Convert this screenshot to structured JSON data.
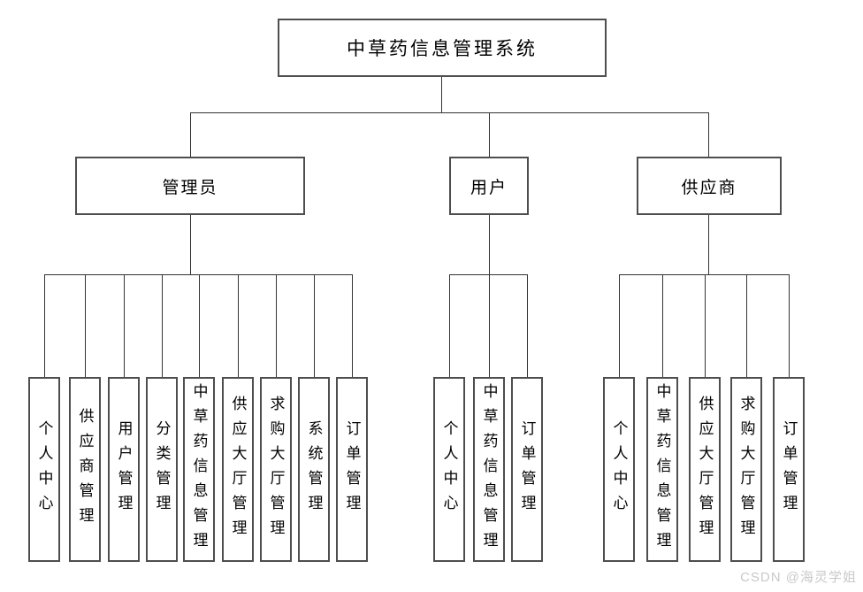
{
  "diagram": {
    "root_label": "中草药信息管理系统",
    "branches": [
      {
        "label": "管理员",
        "children": [
          "个人中心",
          "供应商管理",
          "用户管理",
          "分类管理",
          "中草药信息管理",
          "供应大厅管理",
          "求购大厅管理",
          "系统管理",
          "订单管理"
        ]
      },
      {
        "label": "用户",
        "children": [
          "个人中心",
          "中草药信息管理",
          "订单管理"
        ]
      },
      {
        "label": "供应商",
        "children": [
          "个人中心",
          "中草药信息管理",
          "供应大厅管理",
          "求购大厅管理",
          "订单管理"
        ]
      }
    ]
  },
  "watermark": {
    "text": "CSDN @海灵学姐"
  },
  "colors": {
    "box_border": "#4e4e4e",
    "connector": "#333333",
    "text": "#000000",
    "watermark": "#c9c9c9",
    "background": "#ffffff"
  }
}
